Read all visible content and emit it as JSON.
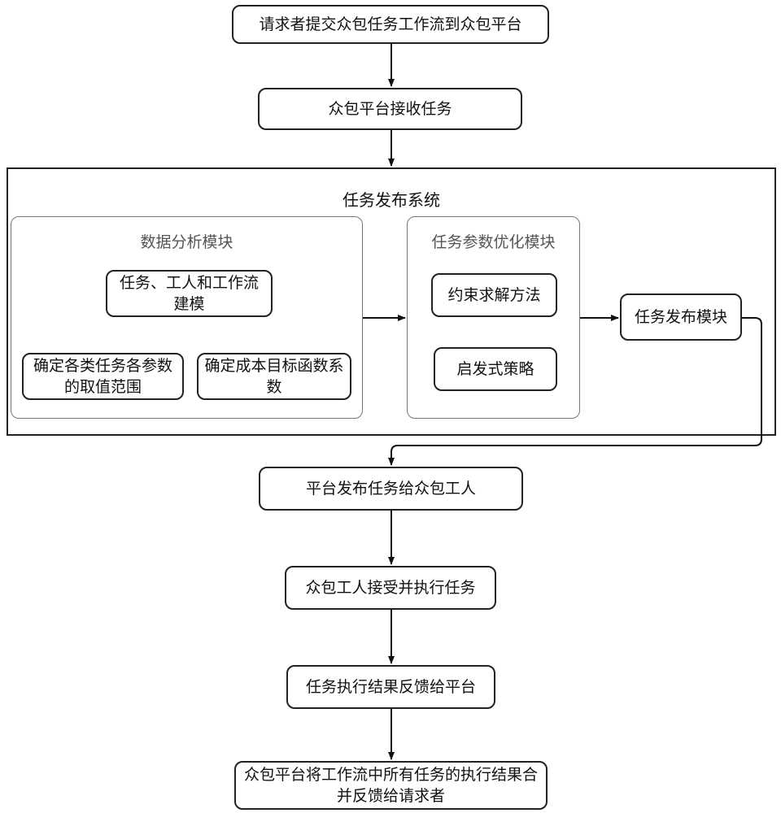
{
  "steps": {
    "submit": "请求者提交众包任务工作流到众包平台",
    "receive": "众包平台接收任务",
    "publish_to_workers": "平台发布任务给众包工人",
    "accept_execute": "众包工人接受并执行任务",
    "feedback_platform": "任务执行结果反馈给平台",
    "merge_feedback": "众包平台将工作流中所有任务的执行结果合并反馈给请求者"
  },
  "system": {
    "title": "任务发布系统",
    "data_analysis": {
      "title": "数据分析模块",
      "modeling": "任务、工人和工作流建模",
      "param_range": "确定各类任务各参数的取值范围",
      "cost_coeff": "确定成本目标函数系数"
    },
    "param_opt": {
      "title": "任务参数优化模块",
      "constraint": "约束求解方法",
      "heuristic": "启发式策略"
    },
    "publish_module": "任务发布模块"
  }
}
